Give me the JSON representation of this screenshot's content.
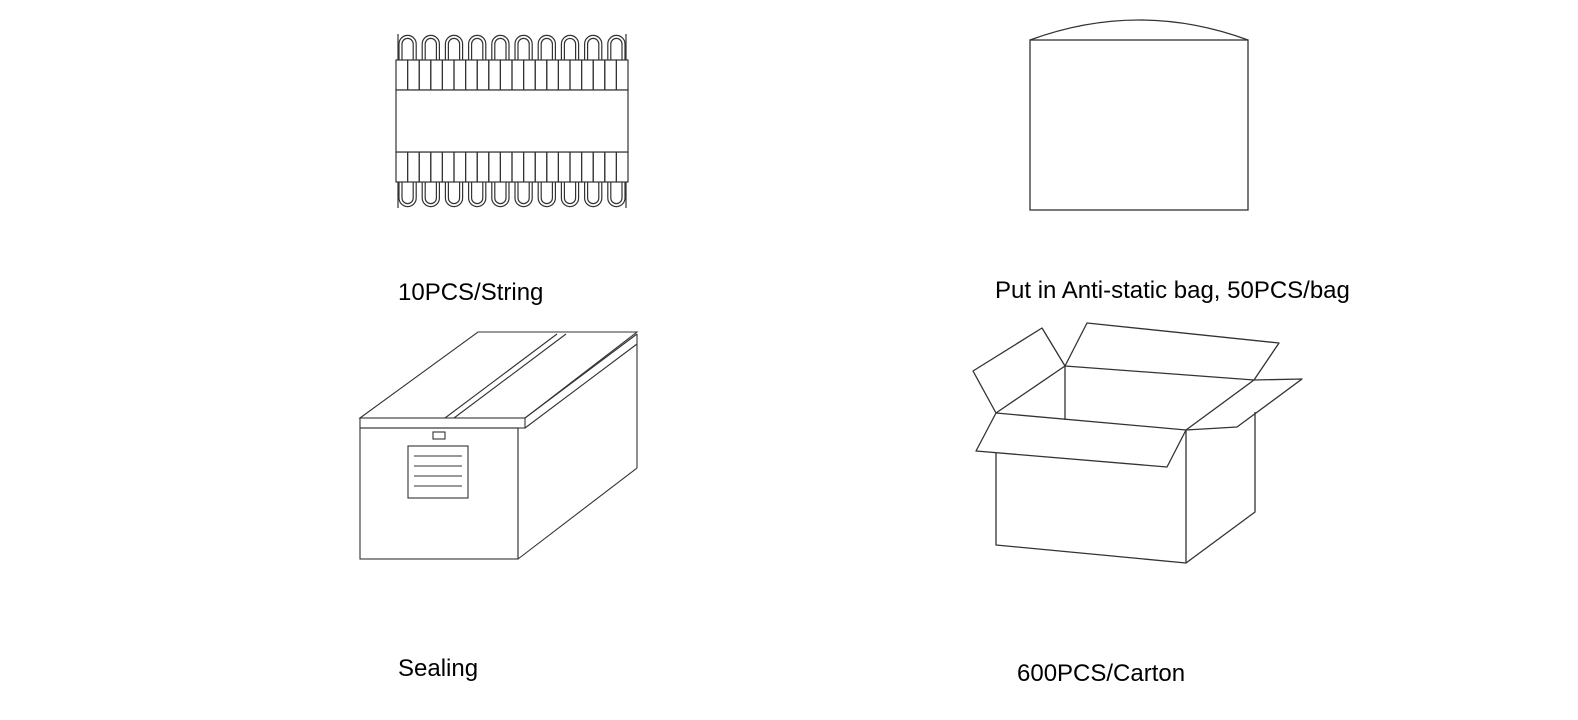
{
  "steps": [
    {
      "caption": "10PCS/String",
      "illustration": "led-module-string"
    },
    {
      "caption": "Put in Anti-static bag, 50PCS/bag",
      "illustration": "anti-static-bag"
    },
    {
      "caption": "Sealing",
      "illustration": "sealed-box"
    },
    {
      "caption": "600PCS/Carton",
      "illustration": "open-carton"
    }
  ],
  "colors": {
    "line": "#333333",
    "background": "#ffffff"
  }
}
